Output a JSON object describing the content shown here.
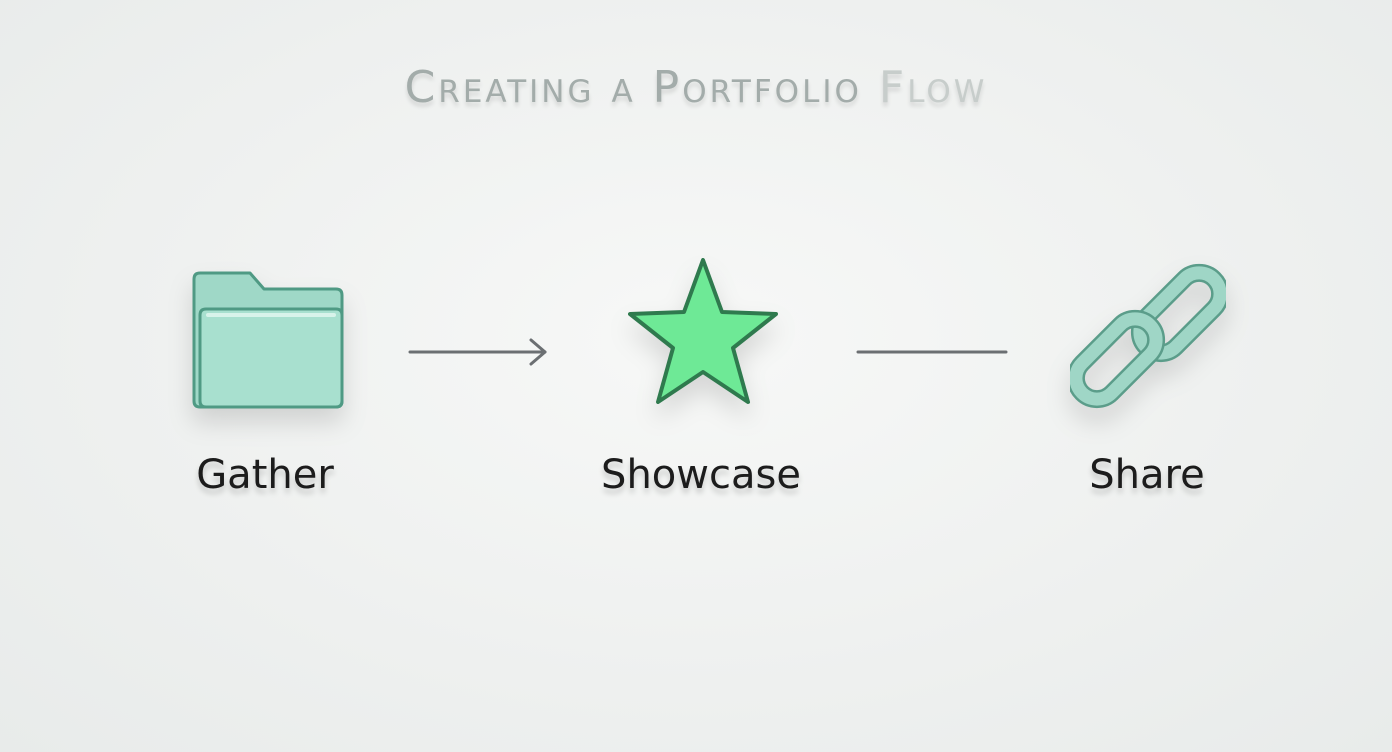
{
  "title": {
    "main": "Creating a Portfolio",
    "suffix": "Flow"
  },
  "steps": [
    {
      "label": "Gather",
      "icon": "folder-icon"
    },
    {
      "label": "Showcase",
      "icon": "star-icon"
    },
    {
      "label": "Share",
      "icon": "link-icon"
    }
  ],
  "colors": {
    "folder_fill": "#a8e0cf",
    "folder_stroke": "#4f9a84",
    "star_fill": "#6ee996",
    "star_stroke": "#2f7a4e",
    "link_fill": "#9fd6c6",
    "link_stroke": "#5b9d8a",
    "connector": "#6b6f72",
    "label": "#1c1c1c",
    "title": "#a3acaa"
  }
}
